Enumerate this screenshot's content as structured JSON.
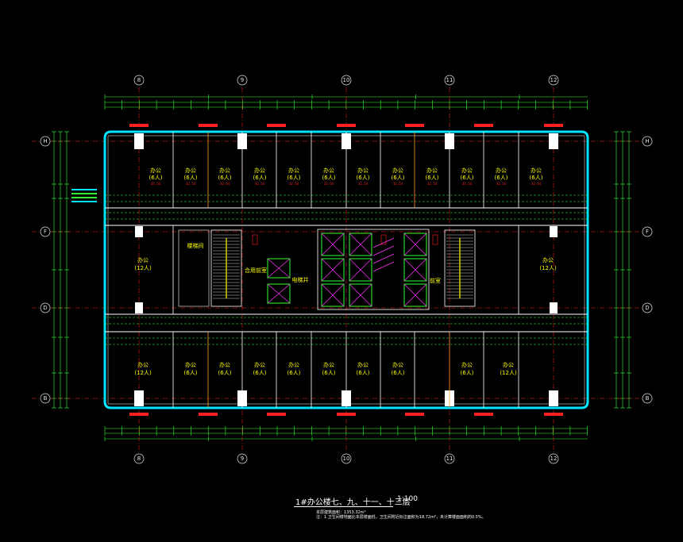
{
  "drawing": {
    "title": "1#办公楼七、九、十一、十三层",
    "scale": "1:100",
    "note_line1": "本层建筑面积：1353.32m²",
    "note_line2": "注：1.卫生间楼地面比本层楼面低，卫生间附近标注面积为18.72m²，未计算楼面面积的0.5%。"
  },
  "grid_axes": {
    "columns": [
      "8",
      "9",
      "10",
      "11",
      "12"
    ],
    "rows": [
      "H",
      "F",
      "D",
      "B"
    ]
  },
  "rooms": {
    "north_offices": [
      {
        "name": "办公",
        "occupancy": "(6人)"
      },
      {
        "name": "办公",
        "occupancy": "(6人)"
      },
      {
        "name": "办公",
        "occupancy": "(6人)"
      },
      {
        "name": "办公",
        "occupancy": "(6人)"
      },
      {
        "name": "办公",
        "occupancy": "(6人)"
      },
      {
        "name": "办公",
        "occupancy": "(6人)"
      },
      {
        "name": "办公",
        "occupancy": "(6人)"
      },
      {
        "name": "办公",
        "occupancy": "(6人)"
      },
      {
        "name": "办公",
        "occupancy": "(6人)"
      },
      {
        "name": "办公",
        "occupancy": "(6人)"
      },
      {
        "name": "办公",
        "occupancy": "(6人)"
      },
      {
        "name": "办公",
        "occupancy": "(6人)"
      }
    ],
    "south_offices": [
      {
        "name": "办公",
        "occupancy": "(12人)"
      },
      {
        "name": "办公",
        "occupancy": "(6人)"
      },
      {
        "name": "办公",
        "occupancy": "(6人)"
      },
      {
        "name": "办公",
        "occupancy": "(6人)"
      },
      {
        "name": "办公",
        "occupancy": "(6人)"
      },
      {
        "name": "办公",
        "occupancy": "(6人)"
      },
      {
        "name": "办公",
        "occupancy": "(6人)"
      },
      {
        "name": "办公",
        "occupancy": "(6人)"
      },
      {
        "name": "办公",
        "occupancy": "(6人)"
      },
      {
        "name": "办公",
        "occupancy": "(12人)"
      }
    ],
    "west_office": {
      "name": "办公",
      "occupancy": "(12人)"
    },
    "east_office": {
      "name": "办公",
      "occupancy": "(12人)"
    },
    "core": {
      "front_room_left": "合用前室",
      "front_room_right": "前室",
      "stair_right_label": "楼梯间",
      "shaft_label": "电梯井"
    }
  },
  "colors": {
    "background": "#000000",
    "outer_wall": "#00e5ff",
    "grid_line": "#ff2020",
    "dimension": "#33ff33",
    "partition": "#ffffff",
    "room_text": "#ffff00",
    "core_magenta": "#ff33ff"
  }
}
